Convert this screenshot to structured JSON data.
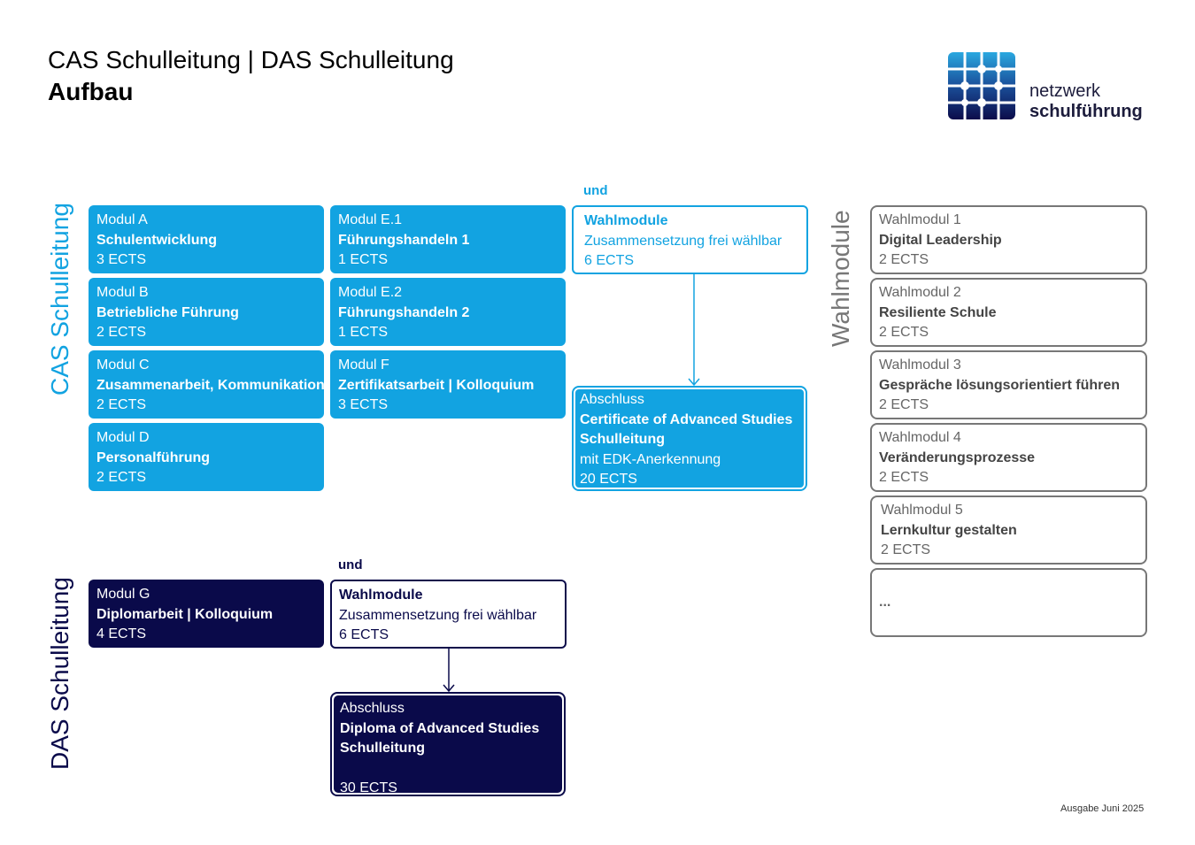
{
  "header": {
    "title": "CAS Schulleitung | DAS Schulleitung",
    "subtitle": "Aufbau"
  },
  "logo": {
    "line1": "netzwerk",
    "line2": "schulführung",
    "icon": "grid-network-icon"
  },
  "labels": {
    "cas": "CAS Schulleitung",
    "das": "DAS Schulleitung",
    "wahl": "Wahlmodule"
  },
  "cas": {
    "modules": [
      {
        "name": "Modul A",
        "title": "Schulentwicklung",
        "ects": "3 ECTS"
      },
      {
        "name": "Modul B",
        "title": "Betriebliche Führung",
        "ects": "2 ECTS"
      },
      {
        "name": "Modul C",
        "title": "Zusammenarbeit, Kommunikation",
        "ects": "2 ECTS"
      },
      {
        "name": "Modul D",
        "title": "Personalführung",
        "ects": "2 ECTS"
      },
      {
        "name": "Modul E.1",
        "title": "Führungshandeln 1",
        "ects": "1 ECTS"
      },
      {
        "name": "Modul E.2",
        "title": "Führungshandeln 2",
        "ects": "1 ECTS"
      },
      {
        "name": "Modul F",
        "title": "Zertifikatsarbeit | Kolloquium",
        "ects": "3 ECTS"
      }
    ],
    "und": "und",
    "wahl": {
      "title": "Wahlmodule",
      "desc": "Zusammensetzung frei wählbar",
      "ects": "6 ECTS"
    },
    "abschluss": {
      "label": "Abschluss",
      "title1": "Certificate of Advanced Studies",
      "title2": "Schulleitung",
      "note": "mit EDK-Anerkennung",
      "ects": "20 ECTS"
    }
  },
  "das": {
    "module": {
      "name": "Modul G",
      "title": "Diplomarbeit | Kolloquium",
      "ects": "4 ECTS"
    },
    "und": "und",
    "wahl": {
      "title": "Wahlmodule",
      "desc": "Zusammensetzung frei wählbar",
      "ects": "6 ECTS"
    },
    "abschluss": {
      "label": "Abschluss",
      "title1": "Diploma of Advanced Studies",
      "title2": "Schulleitung",
      "ects": "30 ECTS"
    }
  },
  "wahlmodule": [
    {
      "name": "Wahlmodul 1",
      "title": "Digital Leadership",
      "ects": "2 ECTS"
    },
    {
      "name": "Wahlmodul 2",
      "title": "Resiliente Schule",
      "ects": "2 ECTS"
    },
    {
      "name": "Wahlmodul 3",
      "title": "Gespräche lösungsorientiert führen",
      "ects": "2 ECTS"
    },
    {
      "name": "Wahlmodul 4",
      "title": "Veränderungsprozesse",
      "ects": "2 ECTS"
    },
    {
      "name": "Wahlmodul 5",
      "title": "Lernkultur gestalten",
      "ects": "2 ECTS"
    },
    {
      "name": "",
      "title": "...",
      "ects": ""
    }
  ],
  "footer": "Ausgabe Juni 2025",
  "colors": {
    "cas_blue": "#12a3e1",
    "das_navy": "#0a0a4a",
    "wahl_gray": "#777777"
  }
}
